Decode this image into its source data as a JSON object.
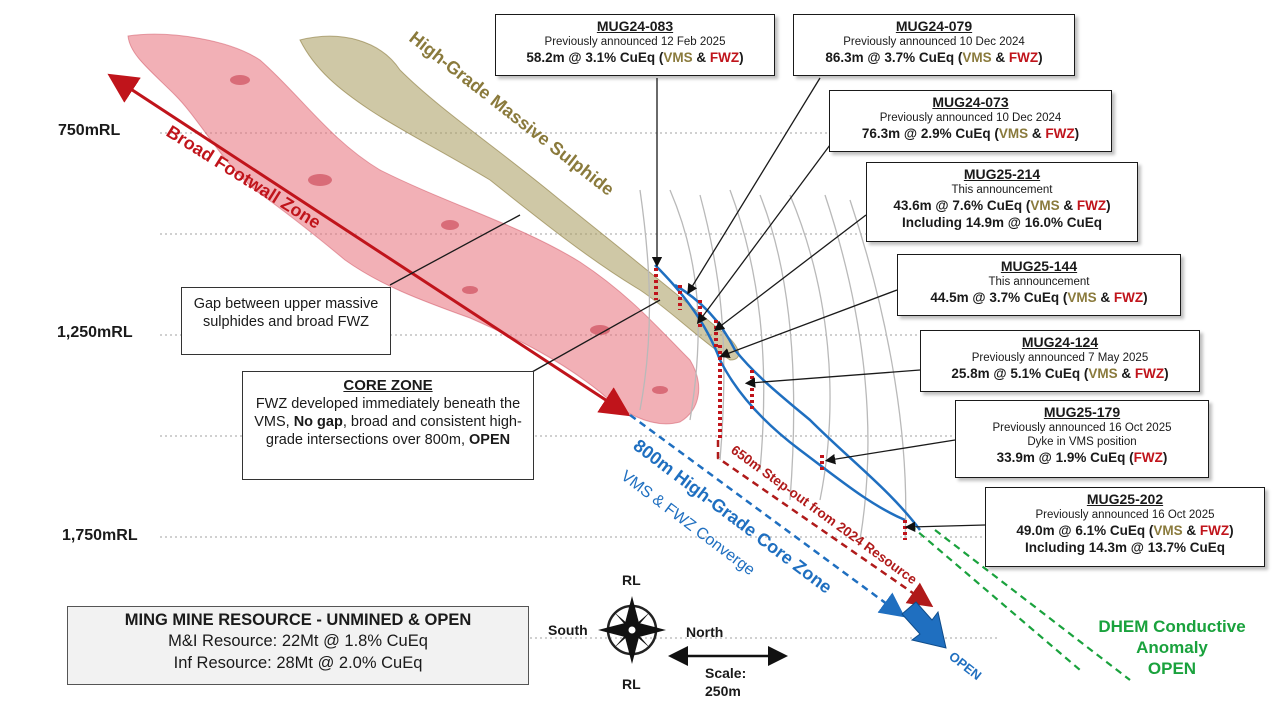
{
  "levels": [
    "750mRL",
    "1,250mRL",
    "1,750mRL"
  ],
  "zones": {
    "massive_sulphide": "High-Grade Massive Sulphide",
    "footwall": "Broad Footwall Zone",
    "core_zone": "800m High-Grade Core Zone",
    "converge": "VMS & FWZ Converge",
    "step_out": "650m Step-out from 2024 Resource"
  },
  "gap_note": "Gap between upper massive sulphides and broad FWZ",
  "core_note": {
    "title": "CORE ZONE",
    "line1": "FWZ developed immediately beneath the VMS, ",
    "bold1": "No gap",
    "line2": ", broad and consistent high-grade intersections over 800m, ",
    "bold2": "OPEN"
  },
  "holes": [
    {
      "id": "MUG24-083",
      "note": "Previously announced 12 Feb 2025",
      "result": "58.2m @ 3.1% CuEq (",
      "tags": "both"
    },
    {
      "id": "MUG24-079",
      "note": "Previously announced 10 Dec 2024",
      "result": "86.3m @ 3.7% CuEq (",
      "tags": "both"
    },
    {
      "id": "MUG24-073",
      "note": "Previously announced 10 Dec 2024",
      "result": "76.3m @ 2.9% CuEq (",
      "tags": "both"
    },
    {
      "id": "MUG25-214",
      "note": "This announcement",
      "result": "43.6m @ 7.6% CuEq (",
      "extra": "Including 14.9m @ 16.0% CuEq",
      "tags": "both"
    },
    {
      "id": "MUG25-144",
      "note": "This announcement",
      "result": "44.5m @ 3.7% CuEq (",
      "tags": "both"
    },
    {
      "id": "MUG24-124",
      "note": "Previously announced 7 May 2025",
      "result": "25.8m @ 5.1% CuEq (",
      "tags": "both"
    },
    {
      "id": "MUG25-179",
      "note": "Previously announced 16 Oct 2025",
      "note2": "Dyke in VMS position",
      "result": "33.9m @ 1.9% CuEq (",
      "tags": "fwz"
    },
    {
      "id": "MUG25-202",
      "note": "Previously announced 16 Oct 2025",
      "result": "49.0m @ 6.1% CuEq (",
      "extra": "Including 14.3m @ 13.7% CuEq",
      "tags": "both"
    }
  ],
  "tag_vms": "VMS",
  "tag_amp": " & ",
  "tag_fwz": "FWZ",
  "tag_close": ")",
  "resource": {
    "title": "MING MINE RESOURCE - UNMINED & OPEN",
    "mi": "M&I Resource: 22Mt @ 1.8% CuEq",
    "inf": "Inf Resource: 28Mt @ 2.0% CuEq"
  },
  "compass": {
    "top": "RL",
    "bottom": "RL",
    "left": "South",
    "right": "North"
  },
  "scale": {
    "label": "Scale:",
    "value": "250m"
  },
  "open_label": "OPEN",
  "dhem": {
    "line1": "DHEM Conductive",
    "line2": "Anomaly",
    "line3": "OPEN"
  },
  "colors": {
    "fwz_red": "#c0141b",
    "vms_olive": "#8a7a3c",
    "core_blue": "#1f6fc0",
    "dhem_green": "#1aa23d",
    "footwall_pink": "#e8707a"
  }
}
